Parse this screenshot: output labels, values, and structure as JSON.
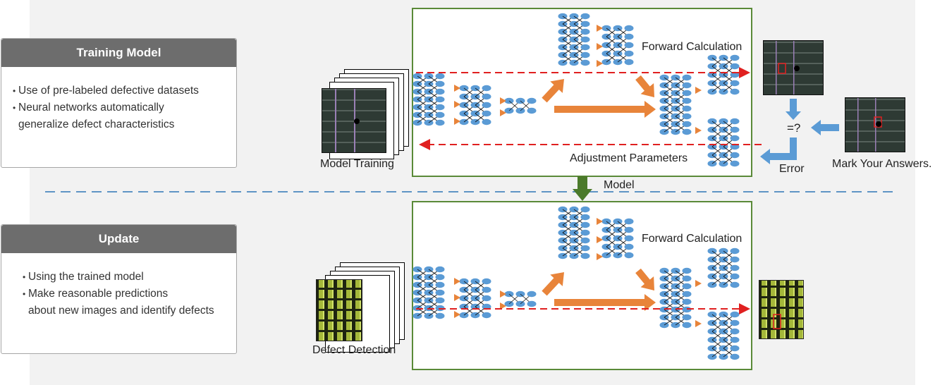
{
  "training_card": {
    "title": "Training Model",
    "bullets": [
      "Use of pre-labeled defective datasets",
      "Neural networks automatically",
      "generalize defect characteristics"
    ]
  },
  "update_card": {
    "title": "Update",
    "bullets": [
      "Using the trained model",
      "Make reasonable predictions",
      "about new images and identify defects"
    ]
  },
  "top_panel": {
    "input_label": "Model Training",
    "forward_label": "Forward Calculation",
    "adjust_label": "Adjustment Parameters",
    "compare_label": "=?",
    "error_label": "Error",
    "answer_label": "Mark Your Answers."
  },
  "model_label": "Model",
  "bottom_panel": {
    "input_label": "Defect Detection",
    "forward_label": "Forward Calculation"
  },
  "colors": {
    "accent_orange": "#e8843a",
    "node_blue": "#5b9bd5",
    "panel_green": "#5a8a38",
    "dash_red": "#e02020",
    "divider_blue": "#2e75b6"
  }
}
